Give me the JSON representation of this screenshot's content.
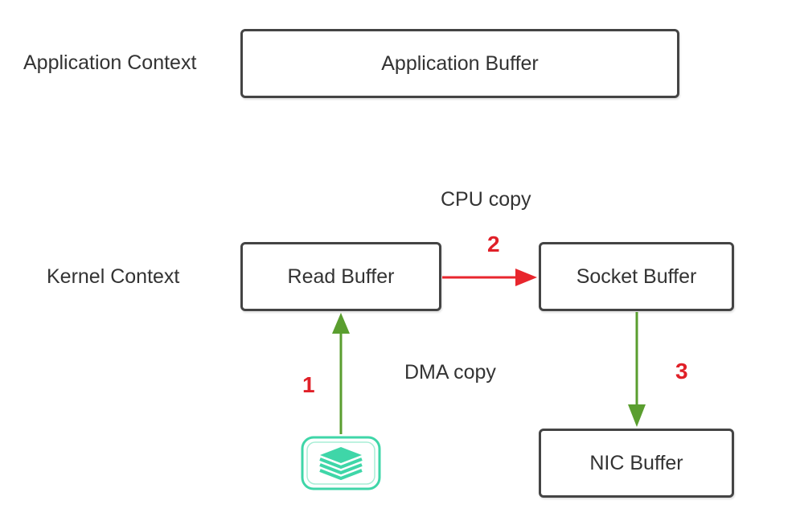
{
  "contexts": {
    "application": "Application Context",
    "kernel": "Kernel Context"
  },
  "boxes": {
    "application_buffer": "Application Buffer",
    "read_buffer": "Read Buffer",
    "socket_buffer": "Socket Buffer",
    "nic_buffer": "NIC Buffer"
  },
  "edges": {
    "cpu_copy": "CPU copy",
    "dma_copy": "DMA copy"
  },
  "steps": {
    "dma": "1",
    "cpu": "2",
    "nic": "3"
  },
  "icons": {
    "disk": "disk-stack-icon"
  },
  "colors": {
    "green_arrow": "#5a9e2f",
    "red_arrow": "#e8262d",
    "step_number": "#e02028",
    "disk_icon": "#3fd6a8"
  }
}
